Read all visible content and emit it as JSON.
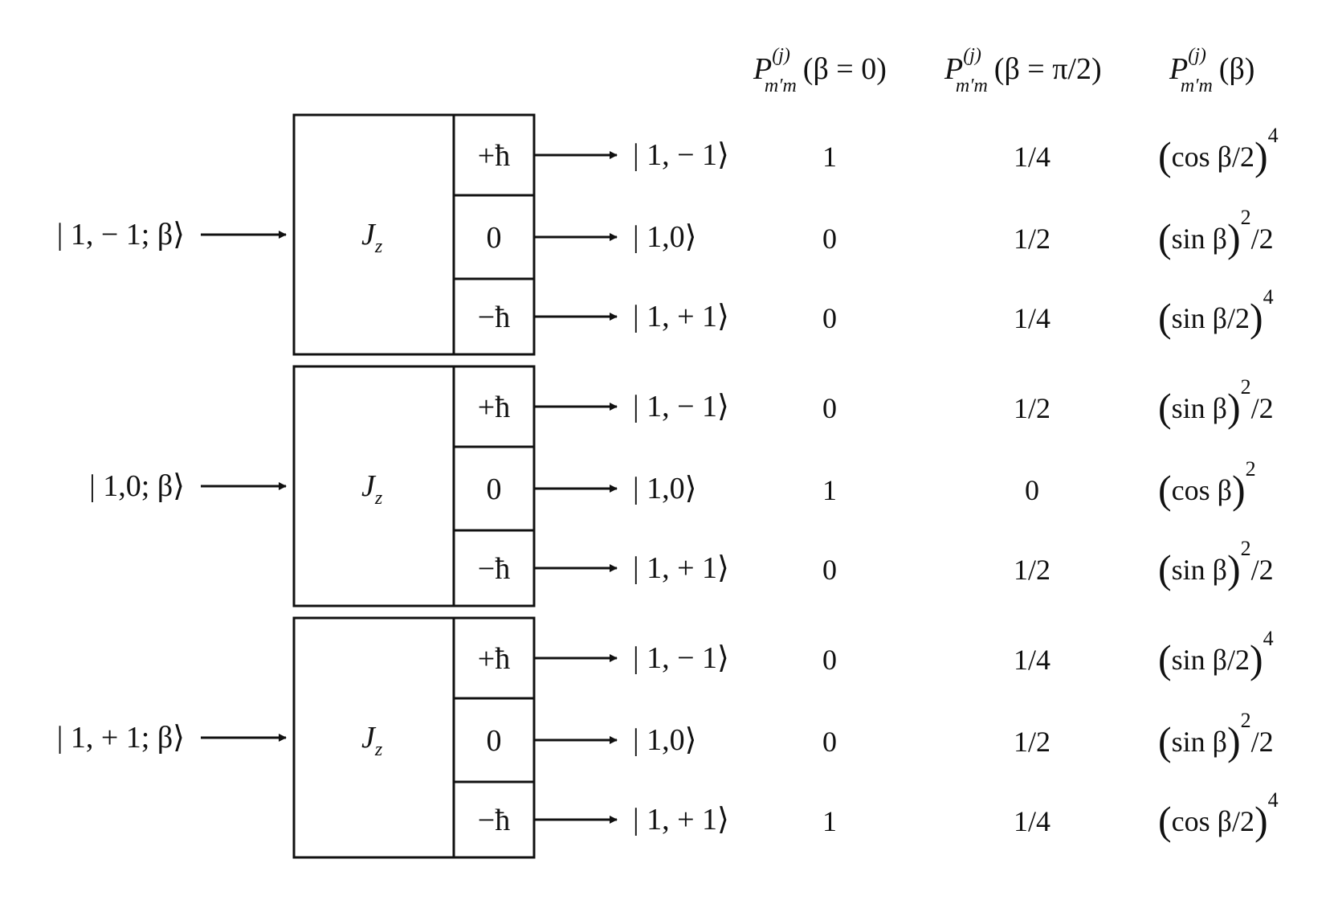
{
  "header": {
    "columns": [
      {
        "symbol": "P",
        "superscript": "(j)",
        "subscript": "m′m",
        "argument": "(β = 0)"
      },
      {
        "symbol": "P",
        "superscript": "(j)",
        "subscript": "m′m",
        "argument": "(β = π/2)"
      },
      {
        "symbol": "P",
        "superscript": "(j)",
        "subscript": "m′m",
        "argument": "(β)"
      }
    ]
  },
  "operator": {
    "symbol": "J",
    "subscript": "z"
  },
  "eigenvalues": [
    "+ħ",
    "0",
    "−ħ"
  ],
  "outputs": [
    "| 1, − 1⟩",
    "| 1,0⟩",
    "| 1, + 1⟩"
  ],
  "groups": [
    {
      "input": "| 1, − 1; β⟩",
      "rows": [
        {
          "p_beta0": "1",
          "p_pi2": "1/4",
          "p_beta": {
            "fn": "cos β/2",
            "exp": "4",
            "tail": ""
          }
        },
        {
          "p_beta0": "0",
          "p_pi2": "1/2",
          "p_beta": {
            "fn": "sin β",
            "exp": "2",
            "tail": "/2"
          }
        },
        {
          "p_beta0": "0",
          "p_pi2": "1/4",
          "p_beta": {
            "fn": "sin β/2",
            "exp": "4",
            "tail": ""
          }
        }
      ]
    },
    {
      "input": "| 1,0; β⟩",
      "rows": [
        {
          "p_beta0": "0",
          "p_pi2": "1/2",
          "p_beta": {
            "fn": "sin β",
            "exp": "2",
            "tail": "/2"
          }
        },
        {
          "p_beta0": "1",
          "p_pi2": "0",
          "p_beta": {
            "fn": "cos β",
            "exp": "2",
            "tail": ""
          }
        },
        {
          "p_beta0": "0",
          "p_pi2": "1/2",
          "p_beta": {
            "fn": "sin β",
            "exp": "2",
            "tail": "/2"
          }
        }
      ]
    },
    {
      "input": "| 1, + 1; β⟩",
      "rows": [
        {
          "p_beta0": "0",
          "p_pi2": "1/4",
          "p_beta": {
            "fn": "sin β/2",
            "exp": "4",
            "tail": ""
          }
        },
        {
          "p_beta0": "0",
          "p_pi2": "1/2",
          "p_beta": {
            "fn": "sin β",
            "exp": "2",
            "tail": "/2"
          }
        },
        {
          "p_beta0": "1",
          "p_pi2": "1/4",
          "p_beta": {
            "fn": "cos β/2",
            "exp": "4",
            "tail": ""
          }
        }
      ]
    }
  ]
}
